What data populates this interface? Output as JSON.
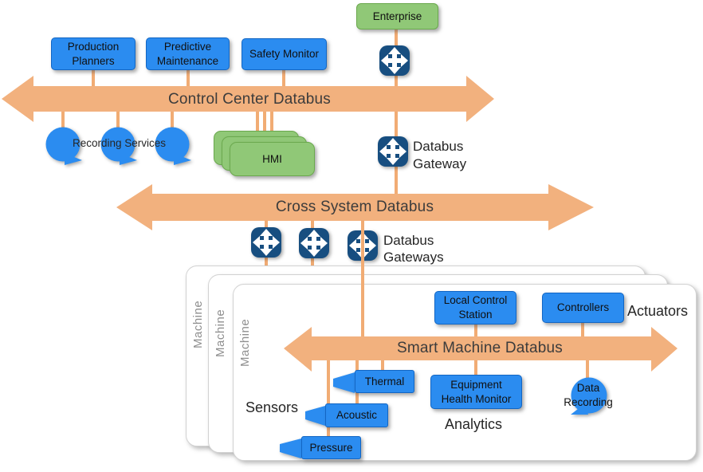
{
  "colors": {
    "bus_orange": "#F2B17E",
    "connector_orange": "#F1AC74",
    "node_blue": "#2B8CF0",
    "node_blue_border": "#1266C4",
    "node_green": "#90C877",
    "node_green_border": "#6BA94E",
    "gateway_navy": "#174E80",
    "machine_label_gray": "#8f8f8f"
  },
  "buses": {
    "control_center_label": "Control Center Databus",
    "cross_system_label": "Cross System Databus",
    "smart_machine_label": "Smart Machine Databus"
  },
  "control_center": {
    "production_planners": "Production Planners",
    "predictive_maintenance": "Predictive Maintenance",
    "safety_monitor": "Safety Monitor",
    "enterprise": "Enterprise",
    "recording_services": "Recording Services",
    "hmi": "HMI",
    "databus_gateway": "Databus Gateway"
  },
  "cross_system": {
    "databus_gateways": "Databus Gateways"
  },
  "machine": {
    "card_label": "Machine",
    "local_control_station": "Local Control Station",
    "controllers": "Controllers",
    "actuators": "Actuators",
    "sensors": "Sensors",
    "analytics": "Analytics",
    "thermal": "Thermal",
    "acoustic": "Acoustic",
    "pressure": "Pressure",
    "equipment_health_monitor": "Equipment Health Monitor",
    "data_recording": "Data Recording"
  }
}
